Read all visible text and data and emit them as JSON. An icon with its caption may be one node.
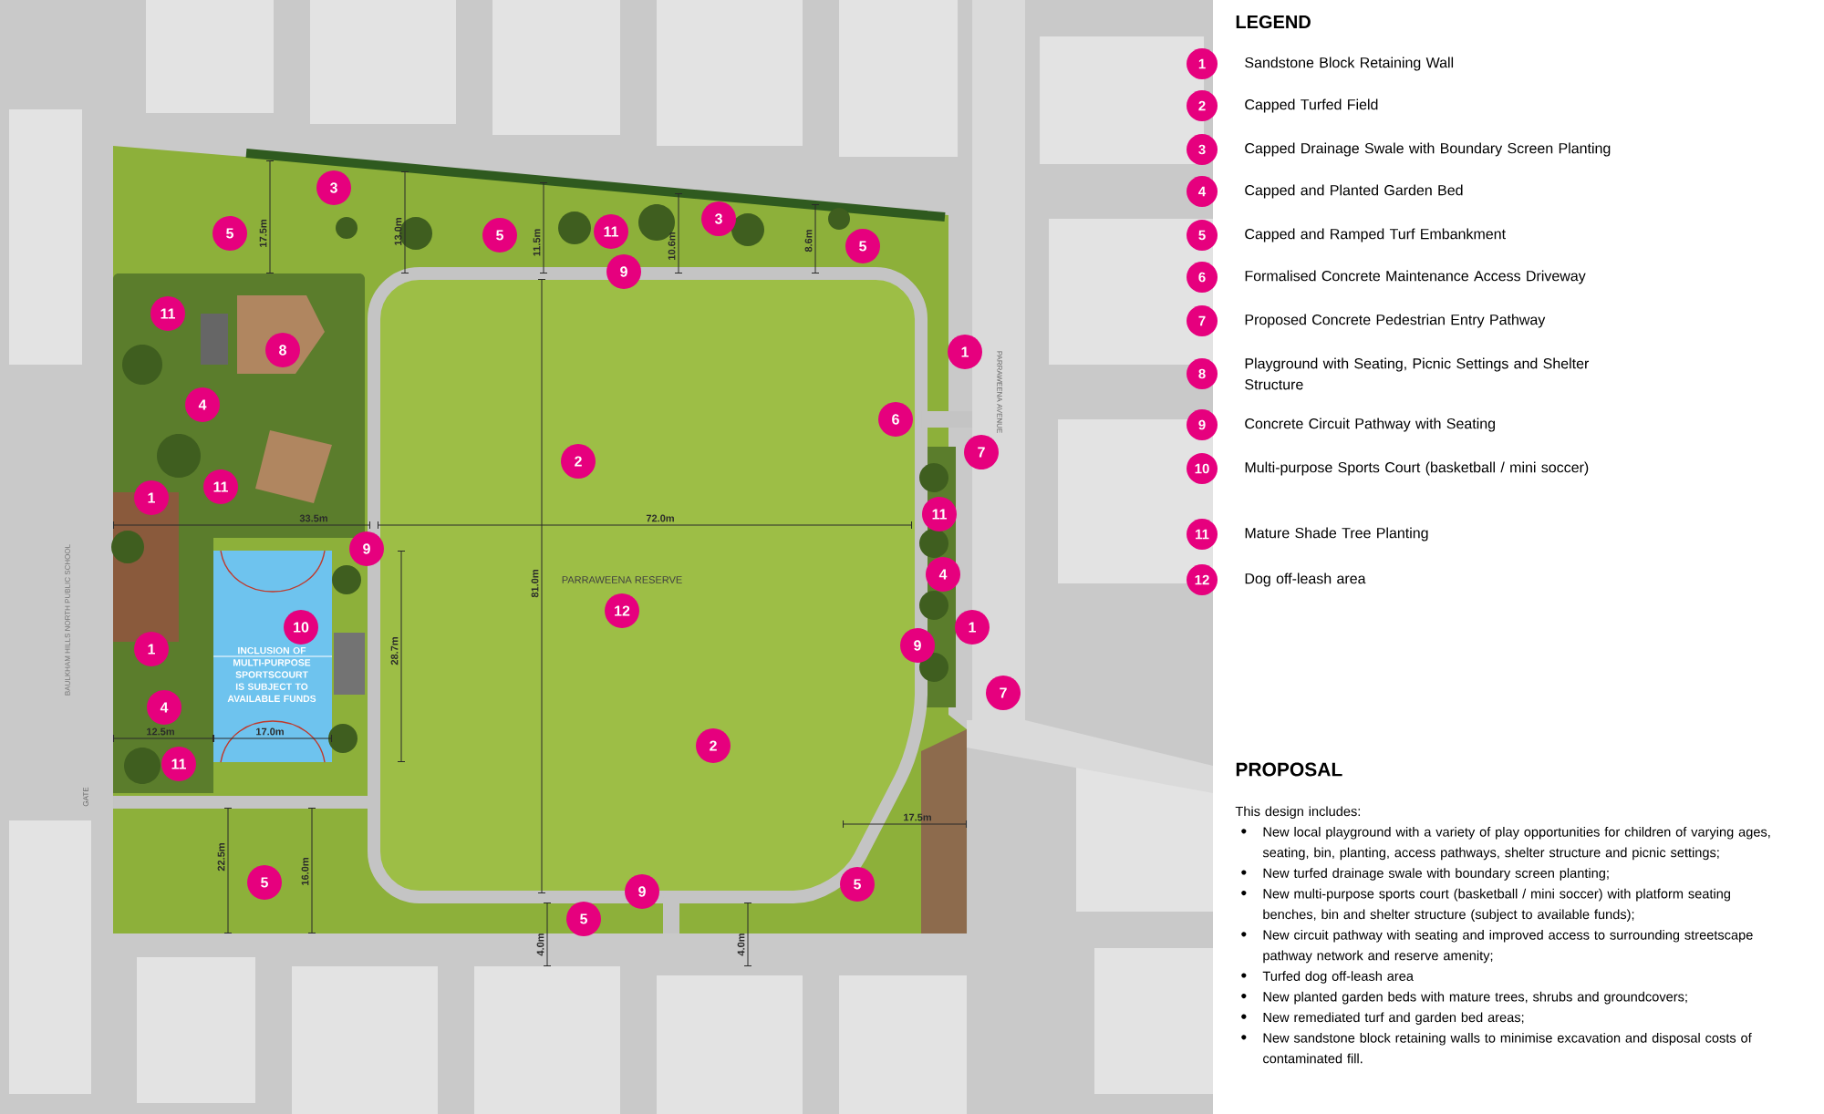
{
  "diagram": {
    "labels": [
      "LEGEND",
      "1",
      "2",
      "3",
      "4",
      "5",
      "6",
      "7",
      "8",
      "9",
      "10",
      "11",
      "12",
      "3",
      "3",
      "5",
      "5",
      "11",
      "5",
      "9",
      "11",
      "8",
      "1",
      "4",
      "6",
      "2",
      "7",
      "1",
      "11",
      "11",
      "9",
      "4",
      "1",
      "10",
      "12",
      "9",
      "1",
      "4",
      "7",
      "11",
      "2",
      "5",
      "9",
      "5",
      "5",
      "17.5m",
      "13.0m",
      "11.5m",
      "10.6m",
      "8.6m",
      "33.5m",
      "72.0m",
      "81.0m",
      "28.7m",
      "12.5m",
      "17.0m",
      "22.5m",
      "16.0m",
      "17.5m",
      "4.0m",
      "4.0m",
      "PARRAWEENA RESERVE",
      "INCLUSION OF MULTI-PURPOSE SPORTSCOURT IS SUBJECT TO AVAILABLE FUNDS",
      "BAULKHAM HILLS NORTH PUBLIC SCHOOL",
      "PARRAWEENA AVENUE",
      "GATE",
      "PROPOSAL",
      "This design includes:",
      "New local playground with a variety of play opportunities for children of varying ages, seating, bin, planting, access pathways, shelter structure and picnic settings;",
      "New turfed drainage swale with boundary screen planting;",
      "New multi-purpose sports court (basketball / mini soccer) with platform seating benches, bin and shelter structure (subject to available funds);",
      "New circuit pathway with seating and improved access to surrounding streetscape pathway network and reserve amenity;",
      "Turfed dog off-leash area",
      "New planted garden beds with mature trees, shrubs and groundcovers;",
      "New remediated turf and garden bed areas;",
      "New sandstone block retaining walls to minimise excavation and disposal costs of contaminated fill."
    ],
    "legend": [
      {
        "text": "Sandstone Block Retaining Wall"
      },
      {
        "text": "Capped Turfed Field"
      },
      {
        "text": "Capped Drainage Swale with Boundary Screen Planting"
      },
      {
        "text": "Capped and Planted Garden Bed"
      },
      {
        "text": "Capped and Ramped Turf Embankment"
      },
      {
        "text": "Formalised Concrete Maintenance Access Driveway"
      },
      {
        "text": "Proposed Concrete Pedestrian Entry Pathway"
      },
      {
        "text": "Playground with Seating, Picnic Settings and Shelter Structure"
      },
      {
        "text": "Concrete Circuit Pathway with Seating"
      },
      {
        "text": "Multi-purpose Sports Court (basketball / mini soccer)"
      },
      {
        "text": "Mature Shade Tree Planting"
      },
      {
        "text": "Dog off-leash area"
      }
    ]
  }
}
